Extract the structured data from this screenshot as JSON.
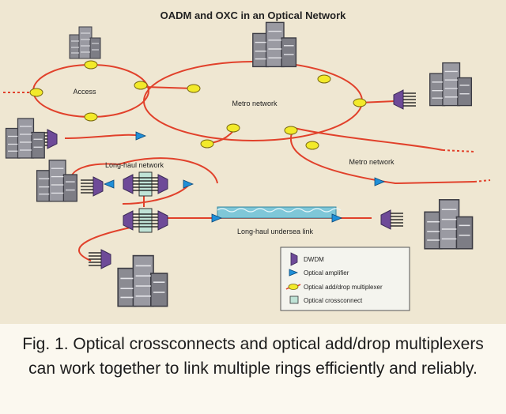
{
  "diagram": {
    "title": "OADM and OXC in an Optical Network",
    "labels": {
      "access": "Access",
      "metro_left": "Metro network",
      "metro_right": "Metro network",
      "long_haul": "Long-haul network",
      "undersea": "Long-haul undersea link"
    },
    "legend": {
      "dwdm": "DWDM",
      "amplifier": "Optical amplifier",
      "oadm": "Optical add/drop multiplexer",
      "oxc": "Optical crossconnect"
    }
  },
  "caption": "Fig. 1. Optical crossconnects and optical add/drop multiplexers can work together to link multiple rings efficiently and reliably.",
  "colors": {
    "fiber": "#e1412b",
    "oadm": "#f2ea2a",
    "amplifier": "#1f8fd8",
    "dwdm": "#6e4a98",
    "oxc": "#bfe3d6",
    "undersea_water": "#7fc7d8",
    "building": "#8a8a8f"
  }
}
